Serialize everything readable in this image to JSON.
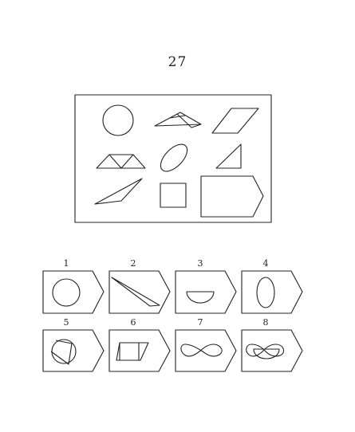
{
  "puzzle": {
    "number": "27"
  },
  "options": [
    {
      "label": "1",
      "figure": "circle"
    },
    {
      "label": "2",
      "figure": "long-thin-triangle"
    },
    {
      "label": "3",
      "figure": "semicircle"
    },
    {
      "label": "4",
      "figure": "ellipse"
    },
    {
      "label": "5",
      "figure": "circle-with-triangle"
    },
    {
      "label": "6",
      "figure": "square-with-parallelogram"
    },
    {
      "label": "7",
      "figure": "figure-eight-loop"
    },
    {
      "label": "8",
      "figure": "overlapping-loops"
    }
  ]
}
